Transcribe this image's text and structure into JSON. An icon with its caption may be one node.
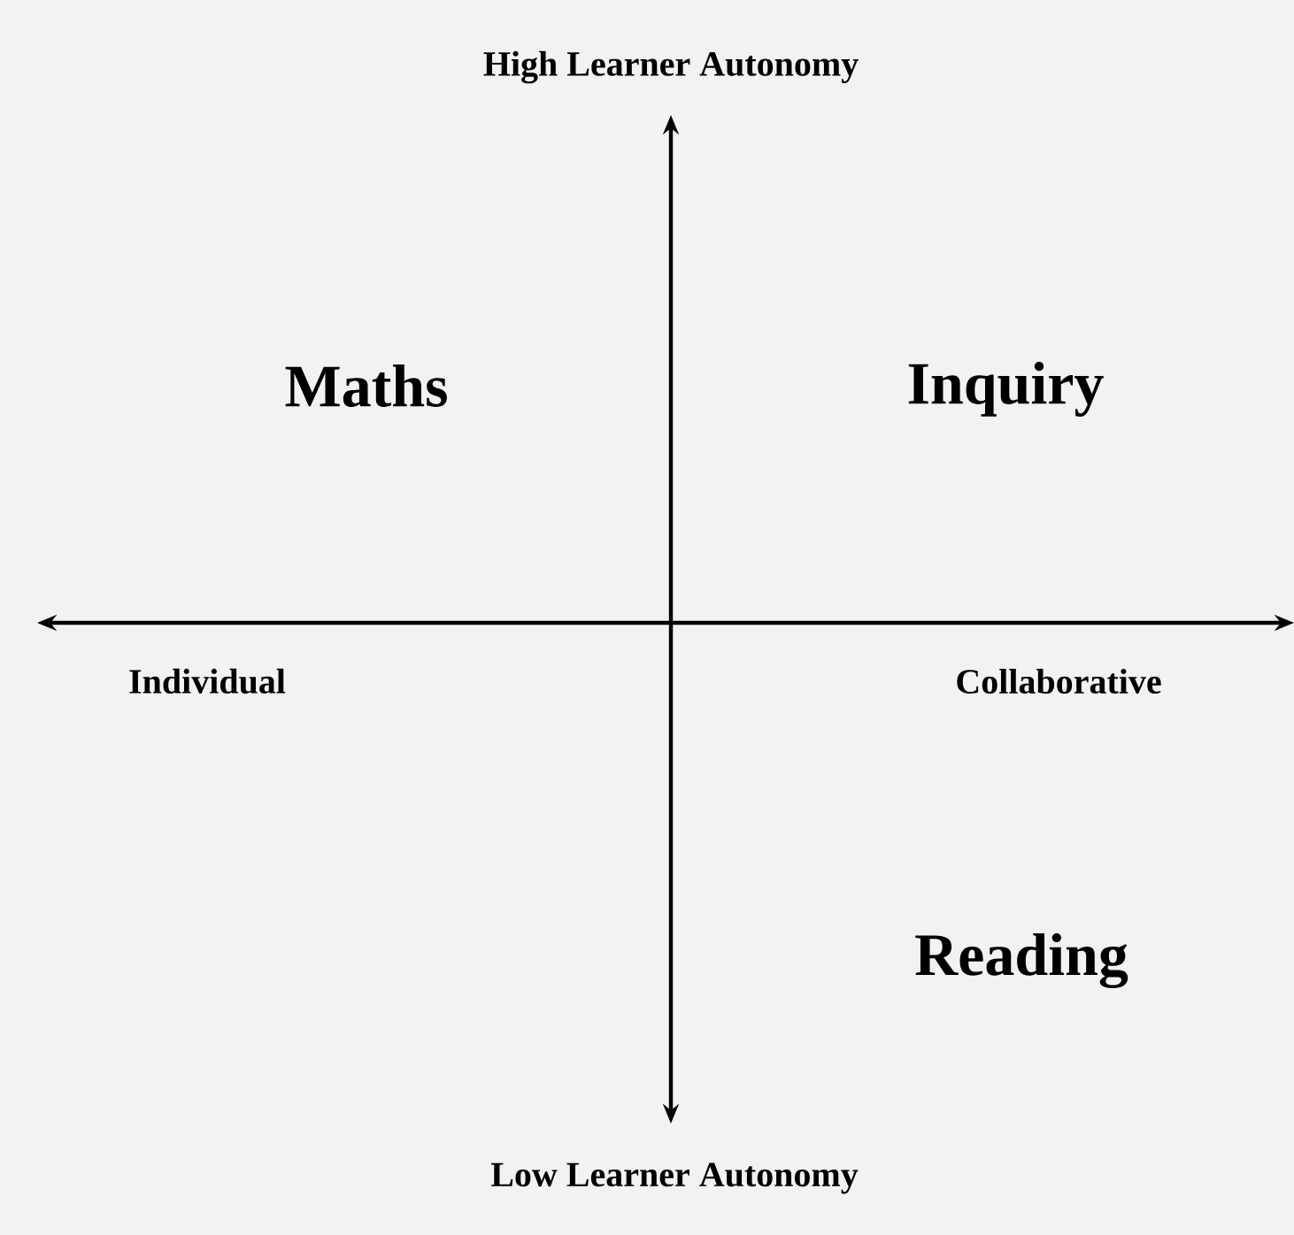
{
  "diagram": {
    "labels": [
      "High Learner Autonomy",
      "Maths",
      "Inquiry",
      "Individual",
      "Collaborative",
      "Reading",
      "Low Learner Autonomy"
    ]
  }
}
